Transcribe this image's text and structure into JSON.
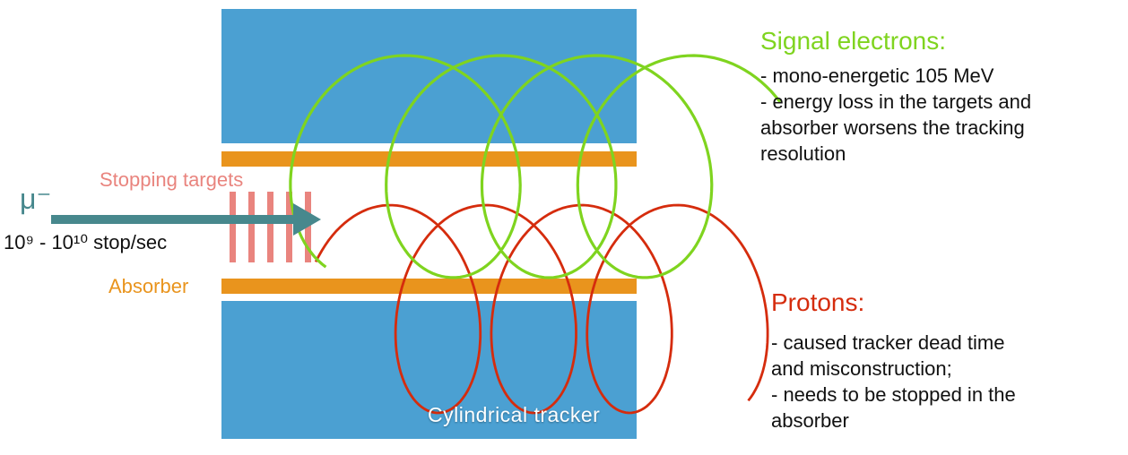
{
  "colors": {
    "tracker_blue": "#4ba0d2",
    "absorber_orange": "#e9941d",
    "target_pink": "#e9847e",
    "muon_teal": "#47888d",
    "electron_green": "#7fd41f",
    "proton_red": "#d52c0d",
    "body_text": "#111111",
    "tracker_label": "#ffffff"
  },
  "labels": {
    "muon_beam": "μ⁻",
    "stop_rate": "10⁹ - 10¹⁰ stop/sec",
    "stopping_targets": "Stopping targets",
    "absorber": "Absorber",
    "cylindrical_tracker": "Cylindrical tracker"
  },
  "annotations": {
    "signal_electrons": {
      "title": "Signal electrons:",
      "lines": [
        "- mono-energetic 105 MeV",
        "- energy loss in the targets and",
        "absorber worsens the tracking",
        "resolution"
      ]
    },
    "protons": {
      "title": "Protons:",
      "lines": [
        "- caused tracker dead time",
        "and misconstruction;",
        "- needs to be stopped in the",
        "absorber"
      ]
    }
  }
}
